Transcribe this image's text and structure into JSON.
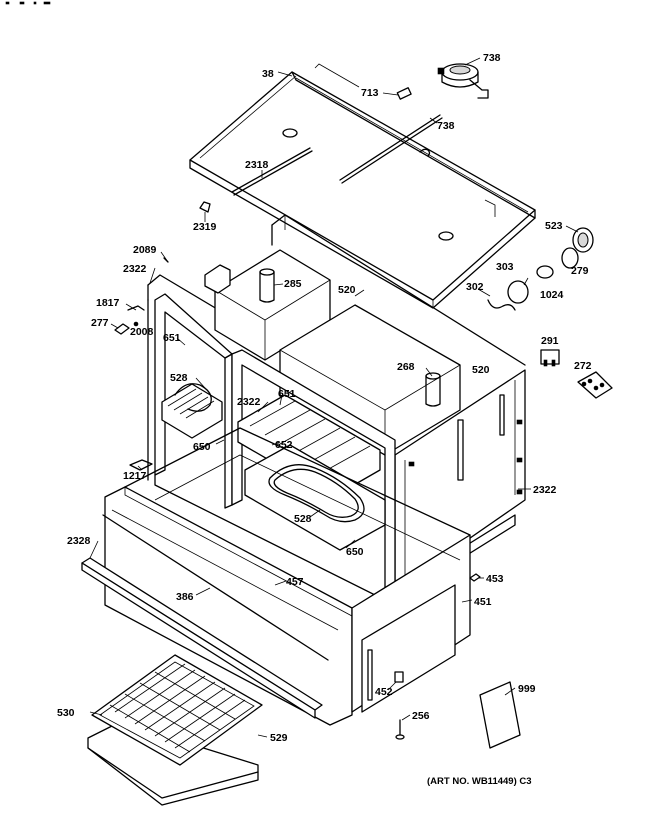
{
  "labels": [
    {
      "text": "738"
    },
    {
      "text": "38"
    },
    {
      "text": "713"
    },
    {
      "text": "738"
    },
    {
      "text": "2318"
    },
    {
      "text": "2319"
    },
    {
      "text": "523"
    },
    {
      "text": "2089"
    },
    {
      "text": "2322"
    },
    {
      "text": "303"
    },
    {
      "text": "279"
    },
    {
      "text": "285"
    },
    {
      "text": "520"
    },
    {
      "text": "302"
    },
    {
      "text": "1024"
    },
    {
      "text": "1817"
    },
    {
      "text": "277"
    },
    {
      "text": "2008"
    },
    {
      "text": "651"
    },
    {
      "text": "291"
    },
    {
      "text": "268"
    },
    {
      "text": "272"
    },
    {
      "text": "520"
    },
    {
      "text": "528"
    },
    {
      "text": "2322"
    },
    {
      "text": "651"
    },
    {
      "text": "650"
    },
    {
      "text": "652"
    },
    {
      "text": "1217"
    },
    {
      "text": "2322"
    },
    {
      "text": "528"
    },
    {
      "text": "2328"
    },
    {
      "text": "650"
    },
    {
      "text": "386"
    },
    {
      "text": "457"
    },
    {
      "text": "453"
    },
    {
      "text": "451"
    },
    {
      "text": "999"
    },
    {
      "text": "452"
    },
    {
      "text": "530"
    },
    {
      "text": "256"
    },
    {
      "text": "529"
    }
  ],
  "art_number": "(ART NO. WB11449) C3"
}
